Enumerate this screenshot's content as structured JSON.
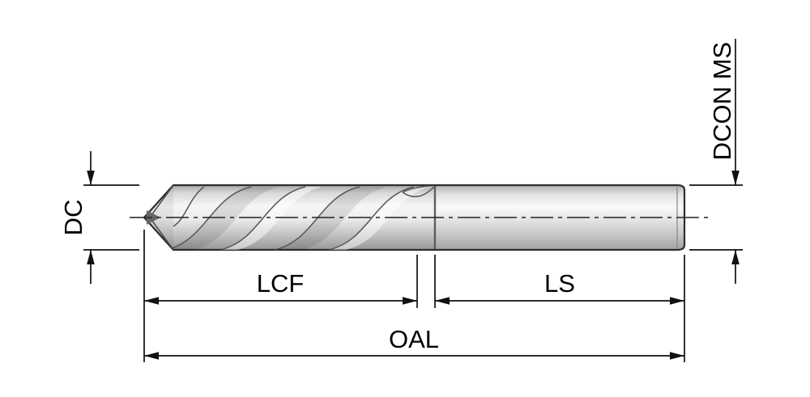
{
  "diagram": {
    "labels": {
      "diameter": "DC",
      "shank_diameter": "DCON MS",
      "flute_length": "LCF",
      "shank_length": "LS",
      "overall_length": "OAL"
    },
    "colors": {
      "line": "#111111",
      "outline": "#2e2e2e",
      "metal_light": "#f7f7f7",
      "metal_dark": "#9a9a9a",
      "background": "#ffffff"
    }
  }
}
